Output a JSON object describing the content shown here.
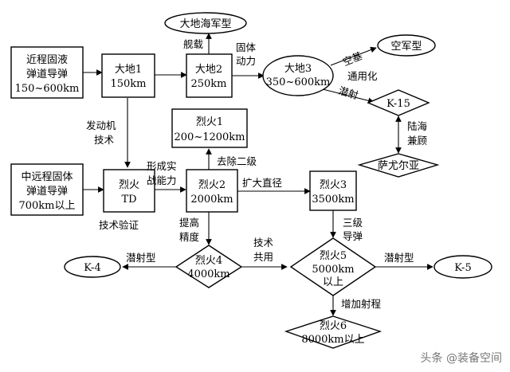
{
  "nodes": {
    "near_missile": [
      "近程固液",
      "弹道导弹",
      "150~600km"
    ],
    "mid_missile": [
      "中远程固体",
      "弹道导弹",
      "700km以上"
    ],
    "dadi1": [
      "大地1",
      "150km"
    ],
    "dadi2": [
      "大地2",
      "250km"
    ],
    "dadi3": [
      "大地3",
      "350~600km"
    ],
    "dadi_navy": [
      "大地海军型"
    ],
    "air_force": [
      "空军型"
    ],
    "k15": [
      "K-15"
    ],
    "sayuer": [
      "萨尤尔亚"
    ],
    "liehuo_td": [
      "烈火",
      "TD"
    ],
    "liehuo1": [
      "烈火1",
      "200~1200km"
    ],
    "liehuo2": [
      "烈火2",
      "2000km"
    ],
    "liehuo3": [
      "烈火3",
      "3500km"
    ],
    "liehuo4": [
      "烈火4",
      "4000km"
    ],
    "liehuo5": [
      "烈火5",
      "5000km",
      "以上"
    ],
    "liehuo6": [
      "烈火6",
      "8000km以上"
    ],
    "k4": [
      "K-4"
    ],
    "k5": [
      "K-5"
    ]
  },
  "edge_labels": {
    "shipborne": [
      "舰载"
    ],
    "solid_power": [
      "固体",
      "动力"
    ],
    "air_base": [
      "空基"
    ],
    "generalize": [
      "通用化"
    ],
    "sub_launch_top": [
      "潜射"
    ],
    "land_sea": [
      "陆海",
      "兼顾"
    ],
    "engine_tech": [
      "发动机",
      "技术"
    ],
    "form_combat": [
      "形成实",
      "战能力"
    ],
    "tech_verify": [
      "技术验证"
    ],
    "remove_stage2": [
      "去除二级"
    ],
    "enlarge_diameter": [
      "扩大直径"
    ],
    "three_stage": [
      "三级",
      "导弹"
    ],
    "improve_precision": [
      "提高",
      "精度"
    ],
    "tech_share": [
      "技术",
      "共用"
    ],
    "sub_type_left": [
      "潜射型"
    ],
    "sub_type_right": [
      "潜射型"
    ],
    "extend_range": [
      "增加射程"
    ]
  },
  "watermark": "头条 @装备空间"
}
